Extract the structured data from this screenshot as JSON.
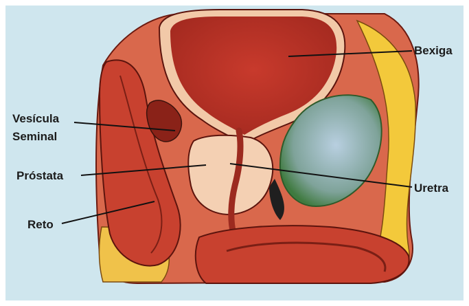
{
  "diagram": {
    "labels": {
      "bladder": "Bexiga",
      "seminal_line1": "Vesícula",
      "seminal_line2": "Seminal",
      "prostate": "Próstata",
      "urethra": "Uretra",
      "rectum": "Reto"
    },
    "colors": {
      "background": "#cfe6ee",
      "muscle": "#c8412f",
      "muscle_dark": "#9c2a1f",
      "tissue_light": "#f2c9a8",
      "fat": "#f3c93b",
      "bone": "#8fb3a8",
      "outline": "#3a120c"
    }
  }
}
